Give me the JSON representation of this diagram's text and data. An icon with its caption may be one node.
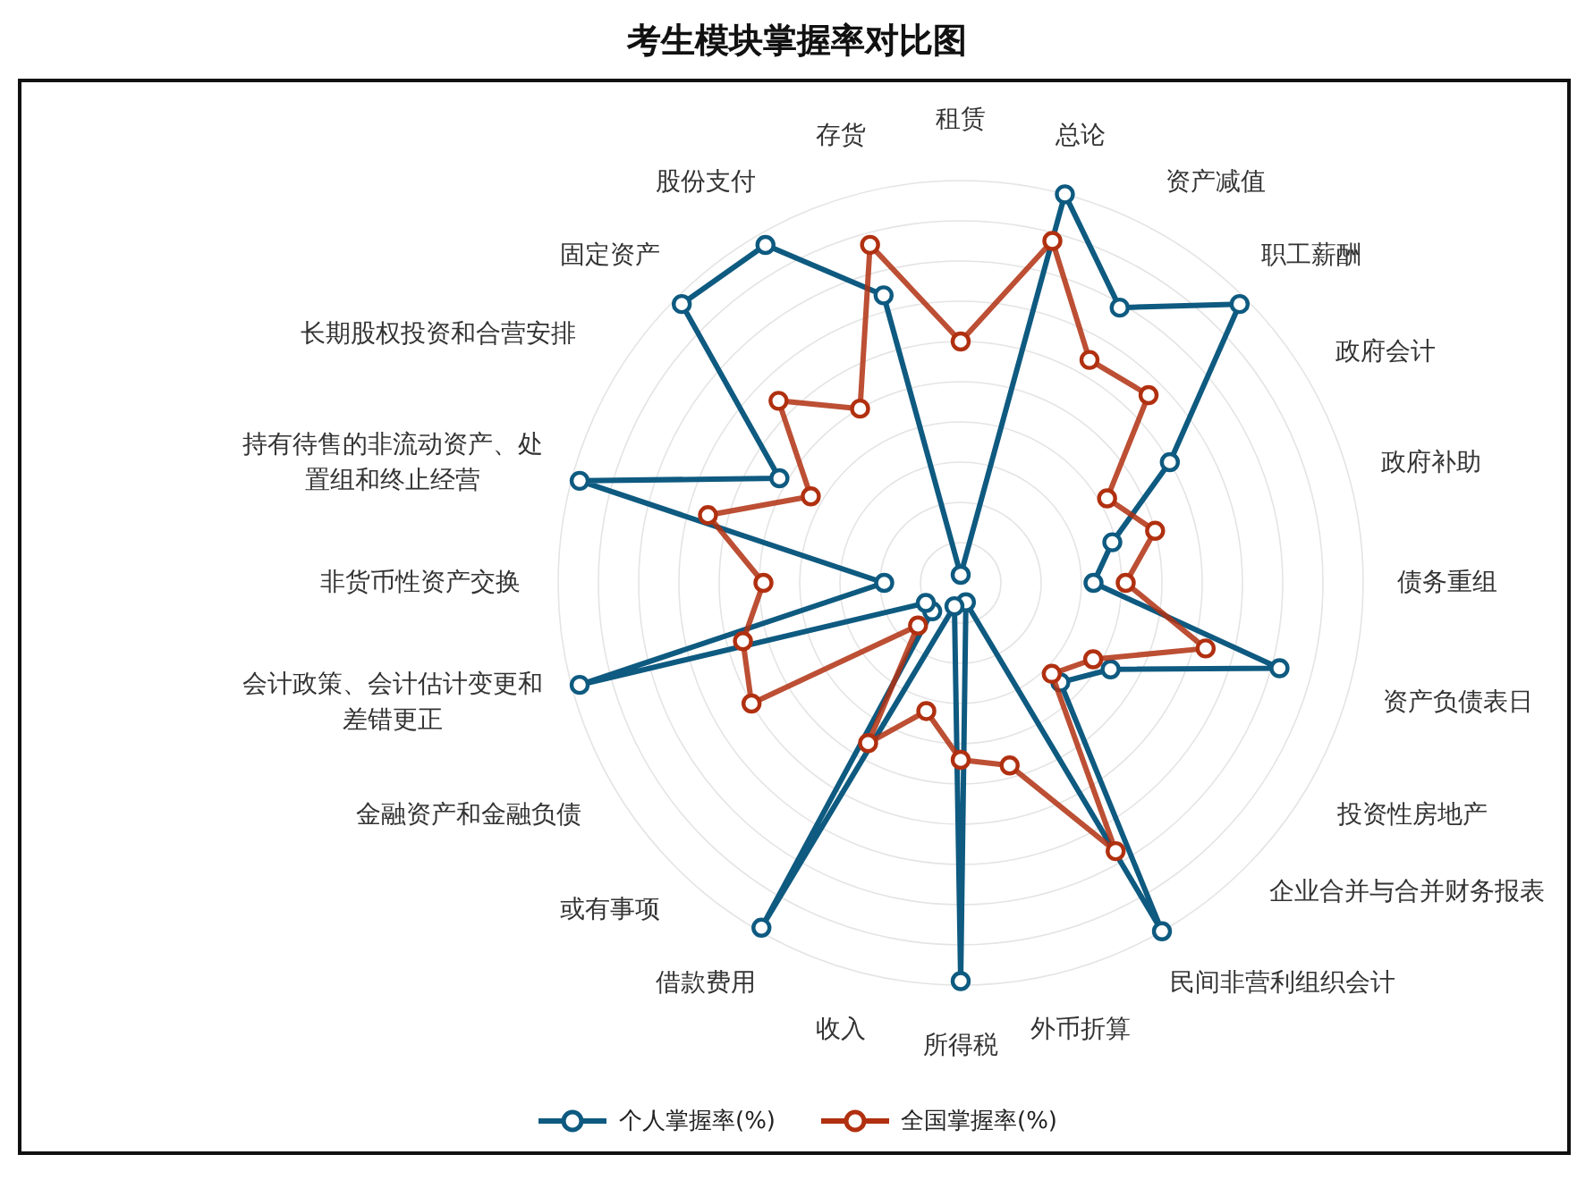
{
  "diagram": {
    "title": "考生模块掌握率对比图",
    "labels": [
      "租赁",
      "总论",
      "资产减值",
      "职工薪酬",
      "政府会计",
      "政府补助",
      "债务重组",
      "资产负债表日",
      "投资性房地产",
      "企业合并与合并财务报表",
      "民间非营利组织会计",
      "外币折算",
      "所得税",
      "收入",
      "借款费用",
      "或有事项",
      "金融资产和金融负债",
      "会计政策、会计估计变更和差错更正",
      "非货币性资产交换",
      "持有待售的非流动资产、处置组和终止经营",
      "长期股权投资和合营安排",
      "固定资产",
      "股份支付",
      "存货"
    ],
    "legend": [
      {
        "text": "个人掌握率(%)"
      },
      {
        "text": "全国掌握率(%)"
      }
    ]
  }
}
